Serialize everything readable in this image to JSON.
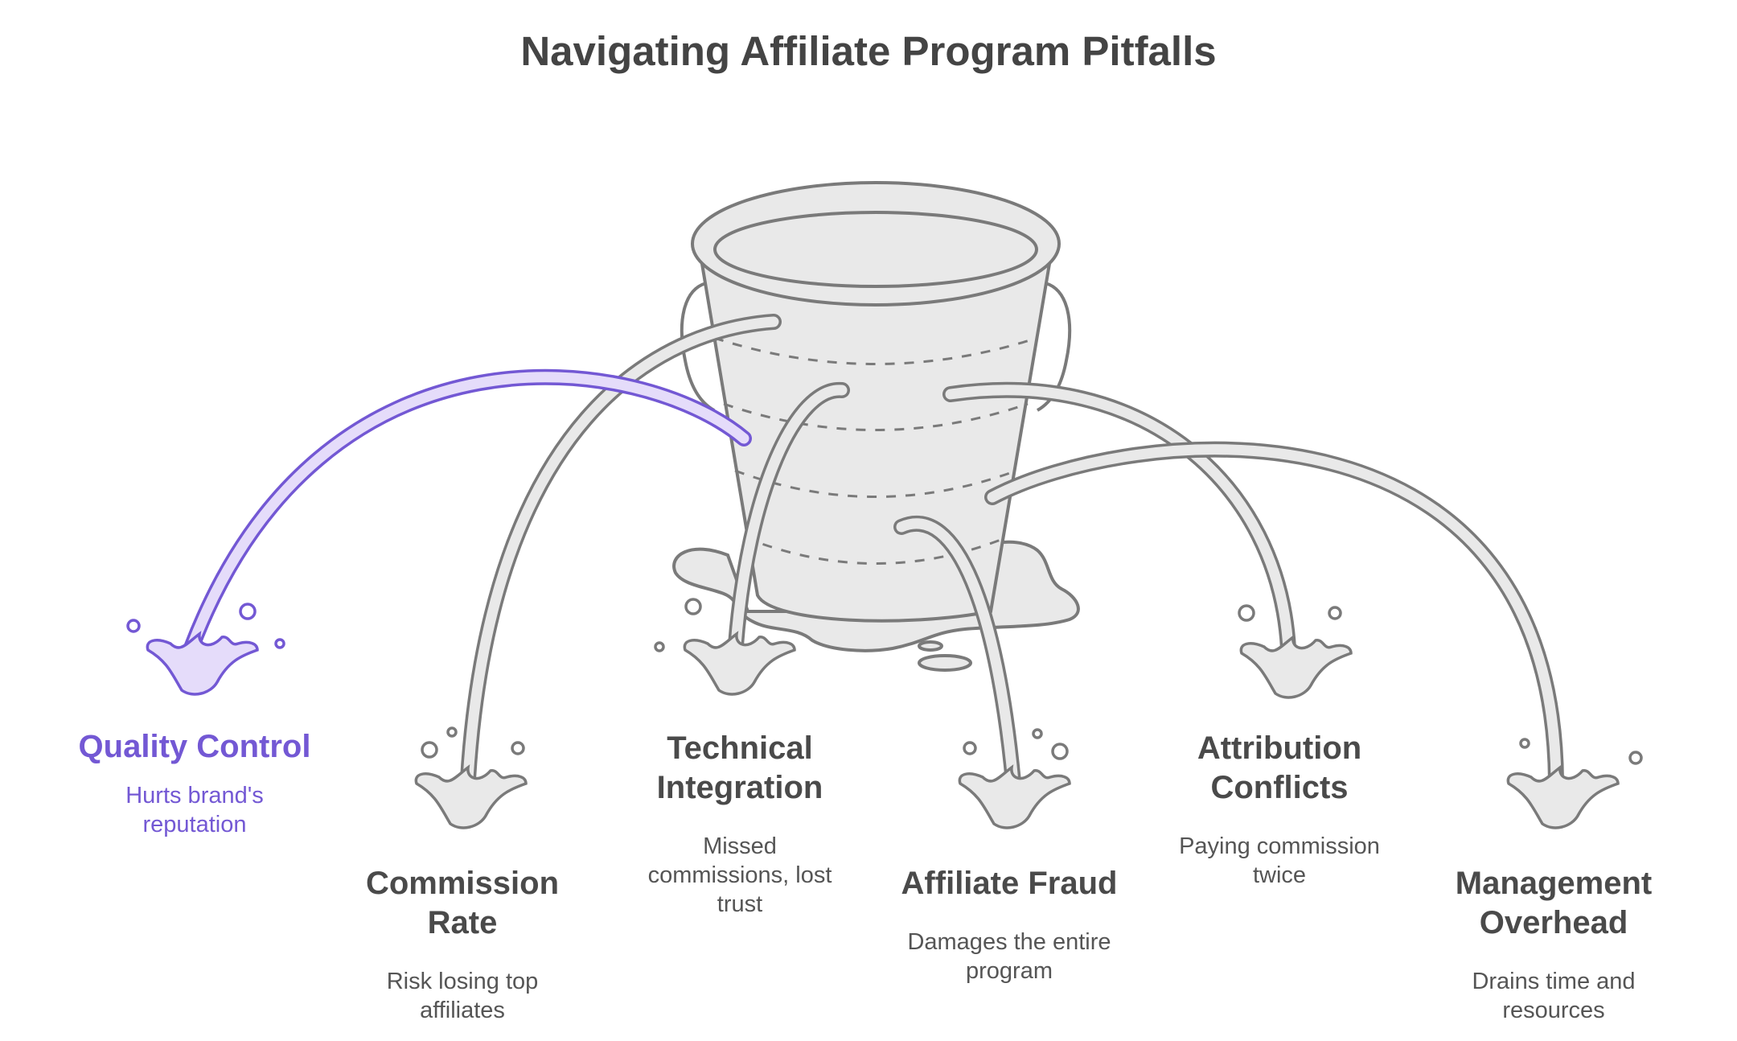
{
  "title": "Navigating Affiliate Program Pitfalls",
  "colors": {
    "stroke": "#7a7a7a",
    "fill": "#e9e9e9",
    "accent_stroke": "#7358d4",
    "accent_fill": "#e5dcfa",
    "text": "#4a4a4a"
  },
  "pitfalls": [
    {
      "name": "Quality Control",
      "description": "Hurts brand's reputation",
      "highlighted": true
    },
    {
      "name": "Commission Rate",
      "description": "Risk losing top affiliates",
      "highlighted": false
    },
    {
      "name": "Technical Integration",
      "description": "Missed commissions, lost trust",
      "highlighted": false
    },
    {
      "name": "Affiliate Fraud",
      "description": "Damages the entire program",
      "highlighted": false
    },
    {
      "name": "Attribution Conflicts",
      "description": "Paying commission twice",
      "highlighted": false
    },
    {
      "name": "Management Overhead",
      "description": "Drains time and resources",
      "highlighted": false
    }
  ]
}
